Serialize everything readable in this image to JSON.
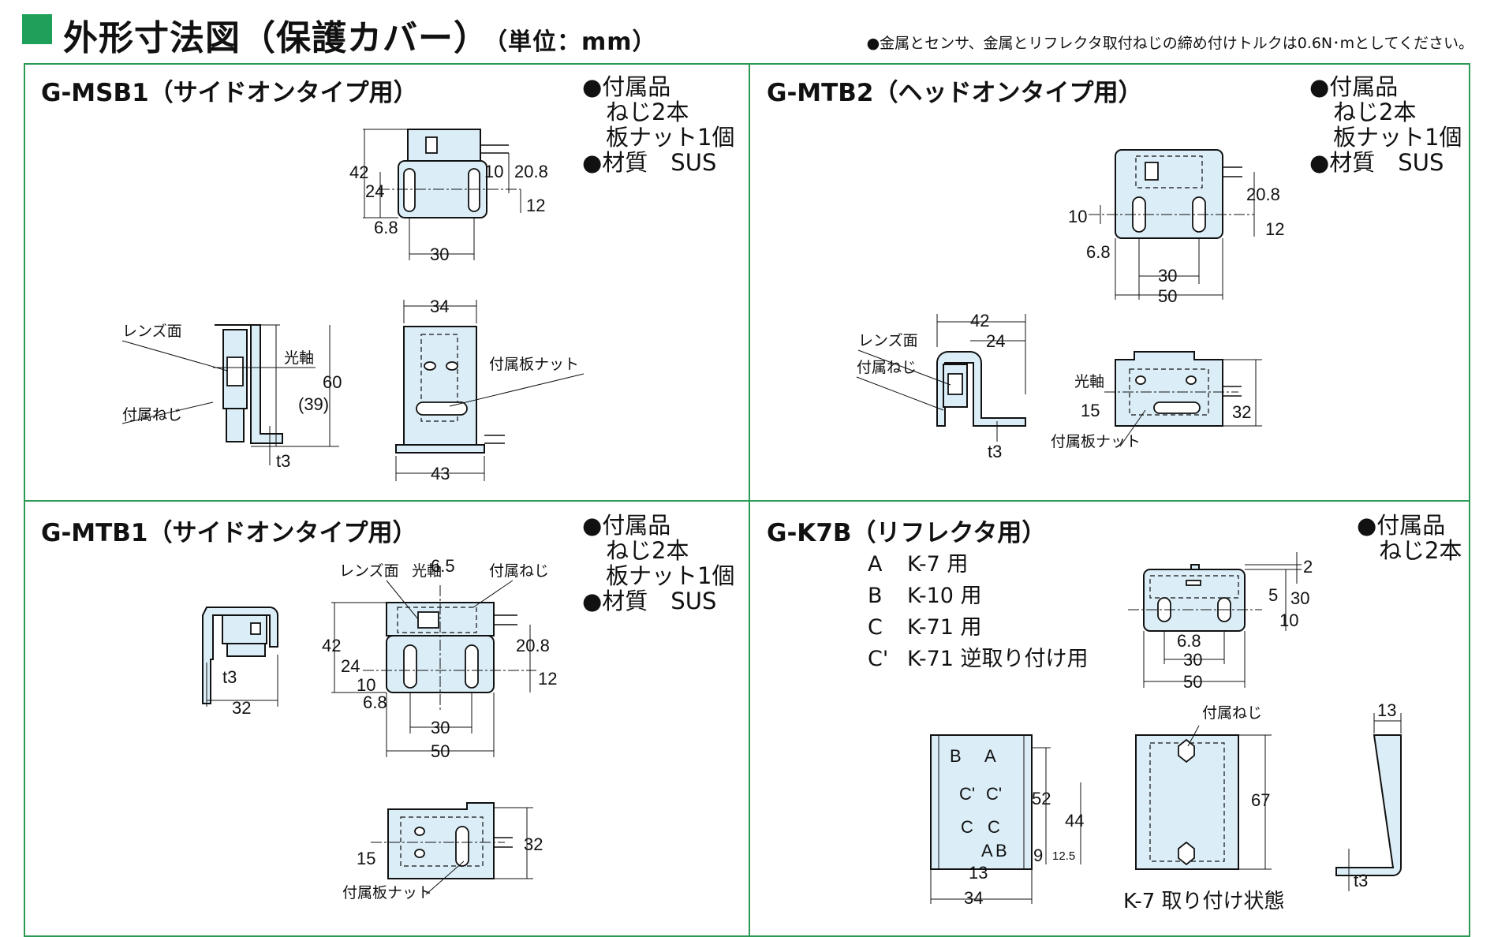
{
  "header": {
    "title": "外形寸法図（保護カバー）",
    "unit": "（単位：mm）",
    "note": "●金属とセンサ、金属とリフレクタ取付ねじの締め付けトルクは0.6N･mとしてください。"
  },
  "colors": {
    "accent": "#1fa05a",
    "frame": "#2a9a55",
    "part_fill": "#dbeef8"
  },
  "panels": [
    {
      "title": "G-MSB1（サイドオンタイプ用）",
      "accessories": [
        "●付属品",
        "ねじ2本",
        "板ナット1個",
        "●材質　SUS"
      ],
      "labels": {
        "lens": "レンズ面",
        "axis": "光軸",
        "screw": "付属ねじ",
        "nut": "付属板ナット"
      },
      "dims": {
        "d42": "42",
        "d24": "24",
        "d10": "10",
        "d20_8": "20.8",
        "d12": "12",
        "d6_8": "6.8",
        "d30": "30",
        "d34": "34",
        "d60": "60",
        "d39": "(39)",
        "t3": "t3",
        "d43": "43"
      }
    },
    {
      "title": "G-MTB2（ヘッドオンタイプ用）",
      "accessories": [
        "●付属品",
        "ねじ2本",
        "板ナット1個",
        "●材質　SUS"
      ],
      "labels": {
        "lens": "レンズ面",
        "screw": "付属ねじ",
        "axis": "光軸",
        "nut": "付属板ナット"
      },
      "dims": {
        "d20_8": "20.8",
        "d10": "10",
        "d12": "12",
        "d6_8": "6.8",
        "d30": "30",
        "d50": "50",
        "d42": "42",
        "d24": "24",
        "d15": "15",
        "d32": "32",
        "t3": "t3"
      }
    },
    {
      "title": "G-MTB1（サイドオンタイプ用）",
      "accessories": [
        "●付属品",
        "ねじ2本",
        "板ナット1個",
        "●材質　SUS"
      ],
      "labels": {
        "lens": "レンズ面",
        "axis": "光軸",
        "screw": "付属ねじ",
        "nut": "付属板ナット"
      },
      "dims": {
        "t3": "t3",
        "d32": "32",
        "d6_5": "6.5",
        "d42": "42",
        "d24": "24",
        "d10": "10",
        "d6_8": "6.8",
        "d20_8": "20.8",
        "d12": "12",
        "d30": "30",
        "d50": "50",
        "d15": "15",
        "d32b": "32"
      }
    },
    {
      "title": "G-K7B（リフレクタ用）",
      "accessories": [
        "●付属品",
        "ねじ2本"
      ],
      "variants": [
        {
          "key": "A",
          "text": "K-7 用"
        },
        {
          "key": "B",
          "text": "K-10 用"
        },
        {
          "key": "C",
          "text": "K-71 用"
        },
        {
          "key": "C'",
          "text": "K-71 逆取り付け用"
        }
      ],
      "labels": {
        "screw": "付属ねじ",
        "caption": "K-7 取り付け状態",
        "A": "A",
        "B": "B",
        "C": "C",
        "Cp": "C'"
      },
      "dims": {
        "d2": "2",
        "d5": "5",
        "d30": "30",
        "d10": "10",
        "d6_8": "6.8",
        "d30w": "30",
        "d50": "50",
        "d52": "52",
        "d44": "44",
        "d9": "9",
        "d12_5": "12.5",
        "d13": "13",
        "d34": "34",
        "d67": "67",
        "d13t": "13",
        "t3": "t3"
      }
    }
  ]
}
